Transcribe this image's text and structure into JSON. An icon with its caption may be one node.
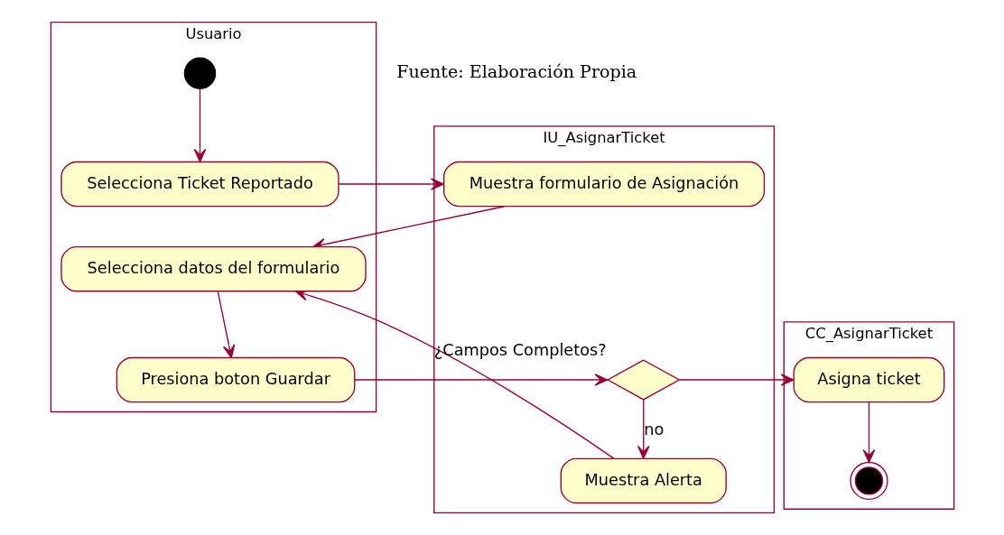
{
  "diagram": {
    "nodes": [
      {
        "text": [
          "Usuario"
        ]
      },
      {
        "text": [
          "IU_AsignarTicket"
        ]
      },
      {
        "text": [
          "CC_AsignarTicket"
        ]
      },
      {
        "text": [],
        "shape": "circle",
        "in": 0
      },
      {
        "text": [
          "Selecciona Ticket Reportado"
        ],
        "in": 0
      },
      {
        "text": [
          "Muestra formulario de Asignación"
        ],
        "in": 1
      },
      {
        "text": [
          "Selecciona datos del formulario"
        ],
        "in": 0
      },
      {
        "text": [
          "Presiona boton Guardar"
        ],
        "in": 0
      },
      {
        "text": [],
        "shape": "diamond",
        "in": 1,
        "beside": [
          "¿Campos Completos?"
        ]
      },
      {
        "text": [
          "Muestra Alerta"
        ],
        "in": 1
      },
      {
        "text": [
          "Asigna ticket"
        ],
        "in": 2
      },
      {
        "text": [],
        "shape": "circle",
        "in": 2
      }
    ],
    "edges": [
      {
        "from": 3,
        "to": 4,
        "arrow": "to"
      },
      {
        "from": 4,
        "to": 5,
        "arrow": "to"
      },
      {
        "from": 5,
        "to": 6,
        "arrow": "to"
      },
      {
        "from": 6,
        "to": 7,
        "arrow": "to"
      },
      {
        "from": 7,
        "to": 8,
        "arrow": "to"
      },
      {
        "from": 8,
        "to": 10,
        "arrow": "to"
      },
      {
        "from": 8,
        "to": 9,
        "arrow": "to",
        "label": "no"
      },
      {
        "from": 9,
        "to": 6,
        "arrow": "to"
      },
      {
        "from": 10,
        "to": 11,
        "arrow": "to"
      }
    ],
    "labels": [
      "Fuente: Elaboración Propia"
    ]
  }
}
